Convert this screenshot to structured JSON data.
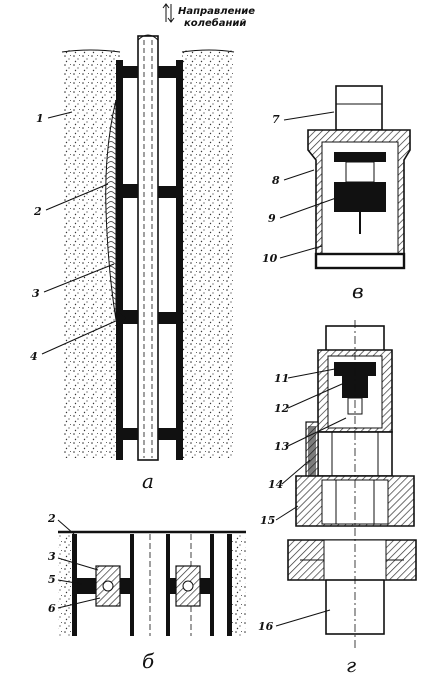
{
  "header": {
    "line1": "Направление",
    "line2": "колебаний"
  },
  "captions": {
    "a": "а",
    "b": "б",
    "v": "в",
    "g": "г"
  },
  "labels": {
    "n1": "1",
    "n2": "2",
    "n3": "3",
    "n4": "4",
    "n7": "7",
    "n8": "8",
    "n9": "9",
    "n10": "10",
    "n11": "11",
    "n12": "12",
    "n13": "13",
    "n14": "14",
    "n15": "15",
    "n16": "16",
    "b_2": "2",
    "b_3": "3",
    "b_5": "5",
    "b_6": "6"
  },
  "colors": {
    "ink": "#111111",
    "hatch": "#444444",
    "background": "#ffffff"
  }
}
